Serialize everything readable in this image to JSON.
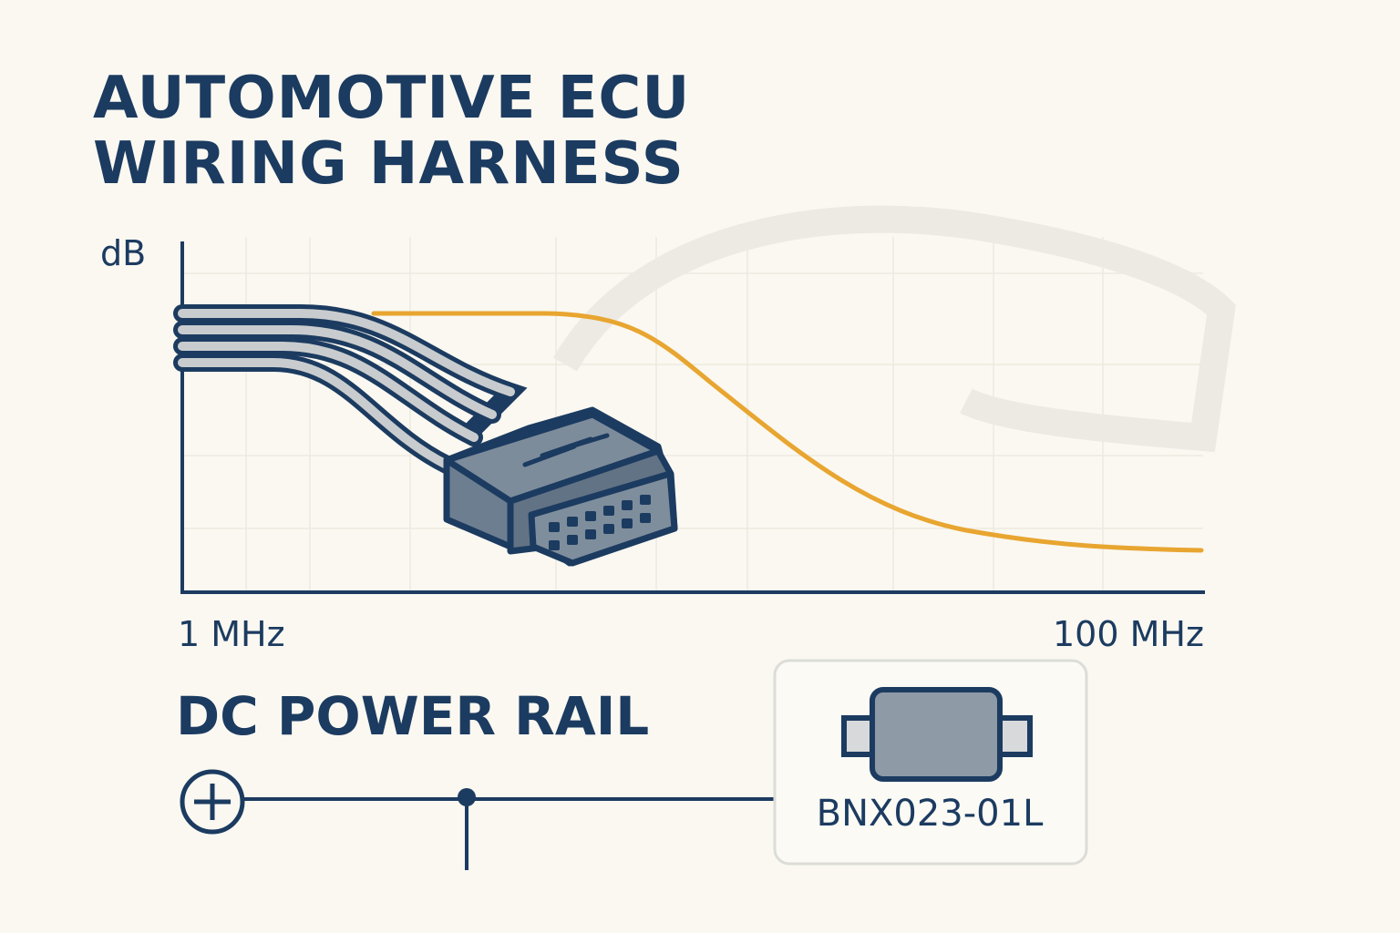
{
  "title": {
    "line1": "AUTOMOTIVE ECU",
    "line2": "WIRING HARNESS"
  },
  "plot": {
    "y_axis_label": "dB",
    "x_min_label": "1 MHz",
    "x_max_label": "100 MHz"
  },
  "power_rail": {
    "heading": "DC POWER RAIL",
    "terminal_icon": "plus-icon"
  },
  "component": {
    "part_number": "BNX023-01L"
  },
  "colors": {
    "ink": "#1c3b60",
    "curve": "#e8a530",
    "background": "#faf8f1",
    "wire_fill": "#c9ccce",
    "connector": "#6d7e90"
  }
}
